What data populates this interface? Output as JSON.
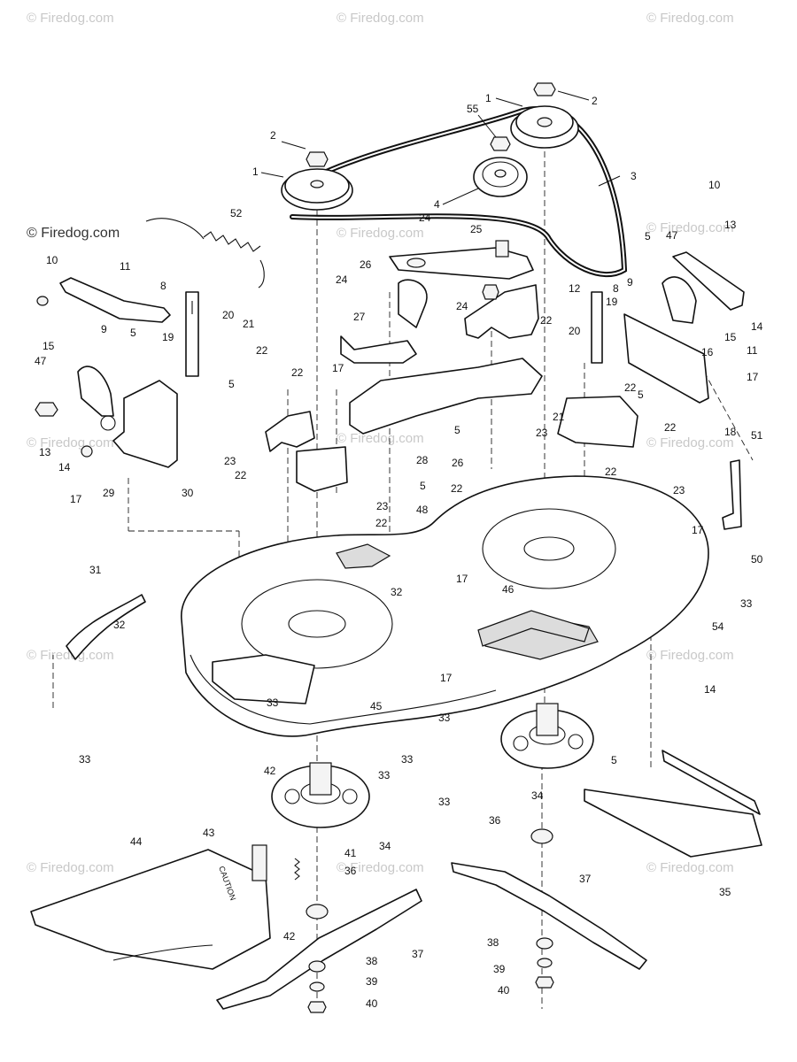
{
  "watermarks": [
    "© Firedog.com"
  ],
  "caution_label": "CAUTION",
  "callouts": [
    "1",
    "2",
    "3",
    "4",
    "5",
    "8",
    "9",
    "10",
    "11",
    "12",
    "13",
    "14",
    "15",
    "16",
    "17",
    "18",
    "19",
    "20",
    "21",
    "22",
    "23",
    "24",
    "25",
    "26",
    "27",
    "28",
    "29",
    "30",
    "31",
    "32",
    "33",
    "34",
    "35",
    "36",
    "37",
    "38",
    "39",
    "40",
    "41",
    "42",
    "43",
    "44",
    "45",
    "46",
    "47",
    "48",
    "50",
    "51",
    "52",
    "54",
    "55"
  ]
}
